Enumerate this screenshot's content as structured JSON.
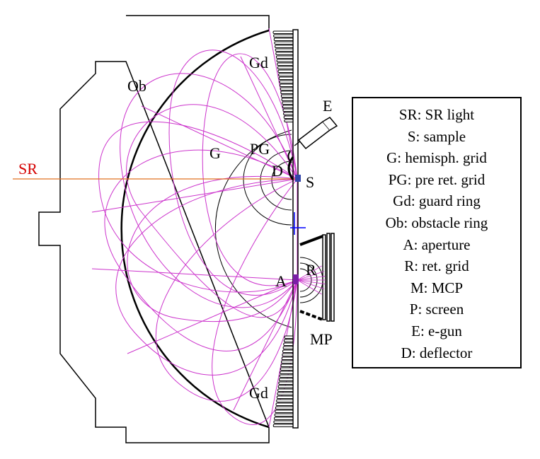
{
  "colors": {
    "trajectory": "#cc33cc",
    "sr_beam": "#e07020",
    "sr_label": "#d40000",
    "aperture": "#7a1fa6",
    "marker": "#0000ff"
  },
  "labels": {
    "sr": "SR",
    "ob": "Ob",
    "gd_top": "Gd",
    "gd_bottom": "Gd",
    "g": "G",
    "pg": "PG",
    "d": "D",
    "s": "S",
    "e": "E",
    "a": "A",
    "r": "R",
    "mp": "MP"
  },
  "legend": {
    "items": [
      "SR: SR light",
      "S: sample",
      "G: hemisph. grid",
      "PG: pre ret. grid",
      "Gd: guard ring",
      "Ob: obstacle ring",
      "A: aperture",
      "R: ret. grid",
      "M: MCP",
      "P: screen",
      "E: e-gun",
      "D: deflector"
    ]
  }
}
